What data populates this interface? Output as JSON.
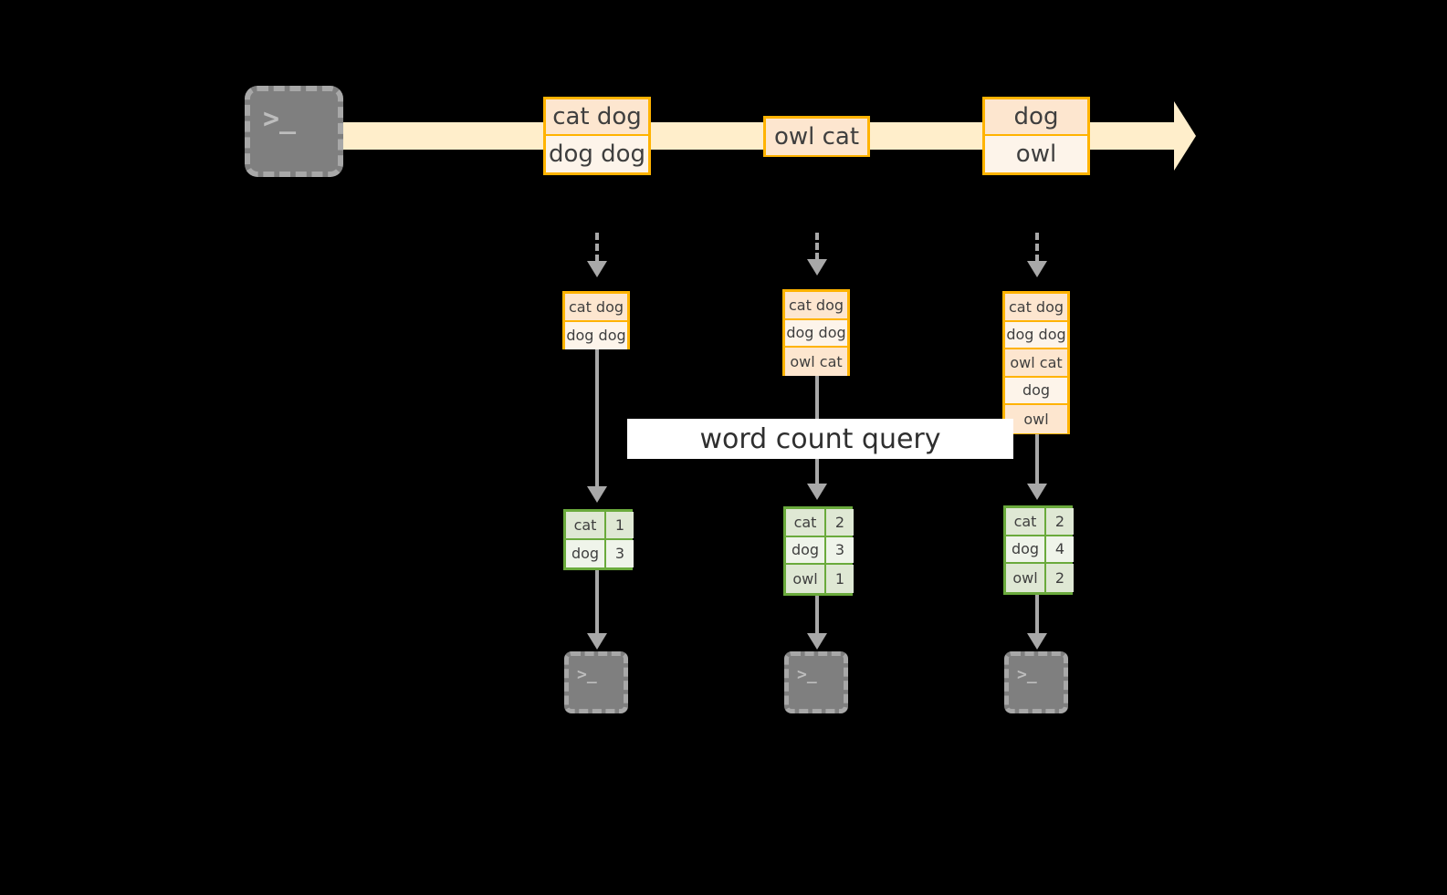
{
  "diagram": {
    "title": "word count query",
    "colors": {
      "background": "#000000",
      "stream_band": "#ffeecb",
      "message_border": "#ffb300",
      "message_shade_dark": "#fde6cf",
      "message_shade_light": "#fdf4ea",
      "result_border": "#6aaa3c",
      "result_shade_dark": "#dfe8d4",
      "result_shade_light": "#eff4ea",
      "connector": "#a8a8a8",
      "terminal_fill": "#7f7f7f",
      "terminal_border": "#a8a8a8",
      "query_band": "#ffffff"
    }
  },
  "source": {
    "icon": "terminal-icon",
    "prompt": ">_"
  },
  "stream": {
    "messages": [
      {
        "name": "stream-message-1",
        "rows": [
          {
            "text": "cat dog",
            "shade": "dark"
          },
          {
            "text": "dog dog",
            "shade": "light"
          }
        ]
      },
      {
        "name": "stream-message-2",
        "rows": [
          {
            "text": "owl cat",
            "shade": "dark"
          }
        ]
      },
      {
        "name": "stream-message-3",
        "rows": [
          {
            "text": "dog",
            "shade": "dark"
          },
          {
            "text": "owl",
            "shade": "light"
          }
        ]
      }
    ]
  },
  "query": {
    "label": "word count query"
  },
  "snapshots": [
    {
      "name": "snapshot-1",
      "state_rows": [
        {
          "text": "cat dog",
          "shade": "dark"
        },
        {
          "text": "dog dog",
          "shade": "light"
        }
      ],
      "result_rows": [
        {
          "key": "cat",
          "value": "1",
          "shade": "dark"
        },
        {
          "key": "dog",
          "value": "3",
          "shade": "light"
        }
      ],
      "sink": {
        "icon": "terminal-icon",
        "prompt": ">_"
      }
    },
    {
      "name": "snapshot-2",
      "state_rows": [
        {
          "text": "cat dog",
          "shade": "dark"
        },
        {
          "text": "dog dog",
          "shade": "light"
        },
        {
          "text": "owl cat",
          "shade": "dark"
        }
      ],
      "result_rows": [
        {
          "key": "cat",
          "value": "2",
          "shade": "dark"
        },
        {
          "key": "dog",
          "value": "3",
          "shade": "light"
        },
        {
          "key": "owl",
          "value": "1",
          "shade": "dark"
        }
      ],
      "sink": {
        "icon": "terminal-icon",
        "prompt": ">_"
      }
    },
    {
      "name": "snapshot-3",
      "state_rows": [
        {
          "text": "cat dog",
          "shade": "dark"
        },
        {
          "text": "dog dog",
          "shade": "light"
        },
        {
          "text": "owl cat",
          "shade": "dark"
        },
        {
          "text": "dog",
          "shade": "light"
        },
        {
          "text": "owl",
          "shade": "dark"
        }
      ],
      "result_rows": [
        {
          "key": "cat",
          "value": "2",
          "shade": "dark"
        },
        {
          "key": "dog",
          "value": "4",
          "shade": "light"
        },
        {
          "key": "owl",
          "value": "2",
          "shade": "dark"
        }
      ],
      "sink": {
        "icon": "terminal-icon",
        "prompt": ">_"
      }
    }
  ]
}
